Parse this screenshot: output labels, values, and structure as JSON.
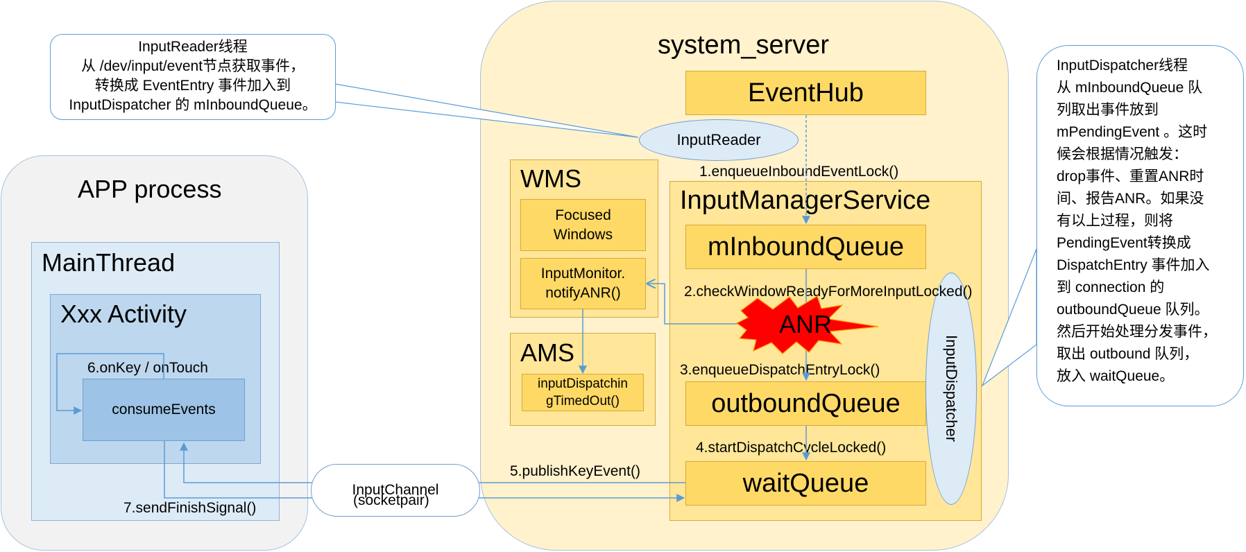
{
  "app_process": {
    "title": "APP process",
    "main_thread": "MainThread",
    "activity": "Xxx Activity",
    "on_key": "6.onKey / onTouch",
    "consume_events": "consumeEvents",
    "send_finish": "7.sendFinishSignal()"
  },
  "input_channel": {
    "line1": "InputChannel",
    "line2": "(socketpair)"
  },
  "system_server": {
    "title": "system_server",
    "eventhub": "EventHub",
    "input_reader": "InputReader",
    "step1": "1.enqueueInboundEventLock()",
    "wms": {
      "title": "WMS",
      "focused_windows": "Focused\nWindows",
      "input_monitor": "InputMonitor.\nnotifyANR()"
    },
    "ams": {
      "title": "AMS",
      "timed_out": "inputDispatchin\ngTimedOut()"
    },
    "ims": {
      "title": "InputManagerService",
      "inbound_queue": "mInboundQueue",
      "step2": "2.checkWindowReadyForMoreInputLocked()",
      "anr": "ANR",
      "step3": "3.enqueueDispatchEntryLock()",
      "outbound_queue": "outboundQueue",
      "step4": "4.startDispatchCycleLocked()",
      "wait_queue": "waitQueue",
      "input_dispatcher": "InputDispatcher"
    },
    "step5": "5.publishKeyEvent()"
  },
  "callouts": {
    "reader": "InputReader线程\n从 /dev/input/event节点获取事件，\n转换成 EventEntry 事件加入到\nInputDispatcher 的 mInboundQueue。",
    "dispatcher": "InputDispatcher线程\n从 mInboundQueue 队\n列取出事件放到\nmPendingEvent 。这时\n候会根据情况触发：\ndrop事件、重置ANR时\n间、报告ANR。如果没\n有以上过程，则将\nPendingEvent转换成\nDispatchEntry 事件加入\n到 connection 的\noutboundQueue 队列。\n然后开始处理分发事件，\n取出 outbound 队列，\n放入 waitQueue。"
  },
  "colors": {
    "system_server_bg": "#fff2cc",
    "ims_bg": "#ffe699",
    "queue_box": "#ffd966",
    "app_bg": "#f2f2f2",
    "mainthread_bg": "#ddebf7",
    "activity_bg": "#bdd7ee",
    "consume_bg": "#9dc3e6",
    "anr_burst": "#ff0000",
    "arrow": "#5b9bd5"
  }
}
